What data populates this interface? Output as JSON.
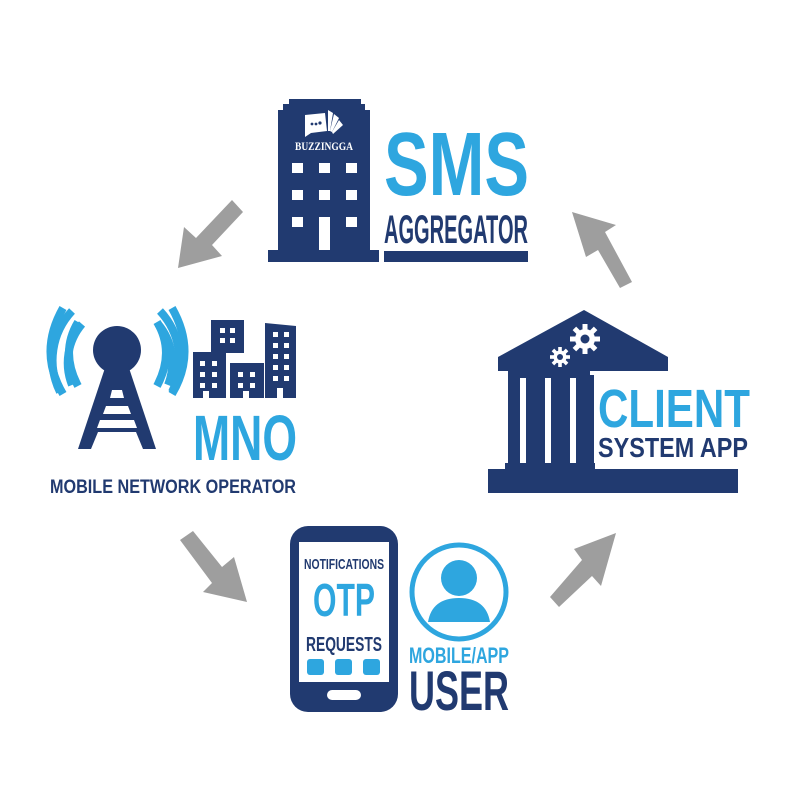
{
  "colors": {
    "navy": "#213a70",
    "blue": "#2ea6df",
    "arrow": "#9e9e9e",
    "white": "#ffffff"
  },
  "nodes": {
    "aggregator": {
      "brand": "BUZZINGGA",
      "title": "SMS",
      "subtitle": "AGGREGATOR",
      "icon": "office-building-icon"
    },
    "mno": {
      "title": "MNO",
      "subtitle": "MOBILE NETWORK OPERATOR",
      "icons": [
        "radio-tower-icon",
        "city-buildings-icon"
      ]
    },
    "client": {
      "title": "CLIENT",
      "subtitle": "SYSTEM APP",
      "icons": [
        "institution-building-icon",
        "gears-icon"
      ]
    },
    "user": {
      "phone_lines": [
        "NOTIFICATIONS",
        "OTP",
        "REQUESTS"
      ],
      "label_top": "MOBILE/APP",
      "label_bottom": "USER",
      "icons": [
        "smartphone-icon",
        "user-avatar-icon"
      ]
    }
  },
  "flow": [
    {
      "from": "aggregator",
      "to": "mno",
      "direction": "down-left"
    },
    {
      "from": "mno",
      "to": "user",
      "direction": "down-right"
    },
    {
      "from": "user",
      "to": "client",
      "direction": "up-right"
    },
    {
      "from": "client",
      "to": "aggregator",
      "direction": "up-left"
    }
  ]
}
